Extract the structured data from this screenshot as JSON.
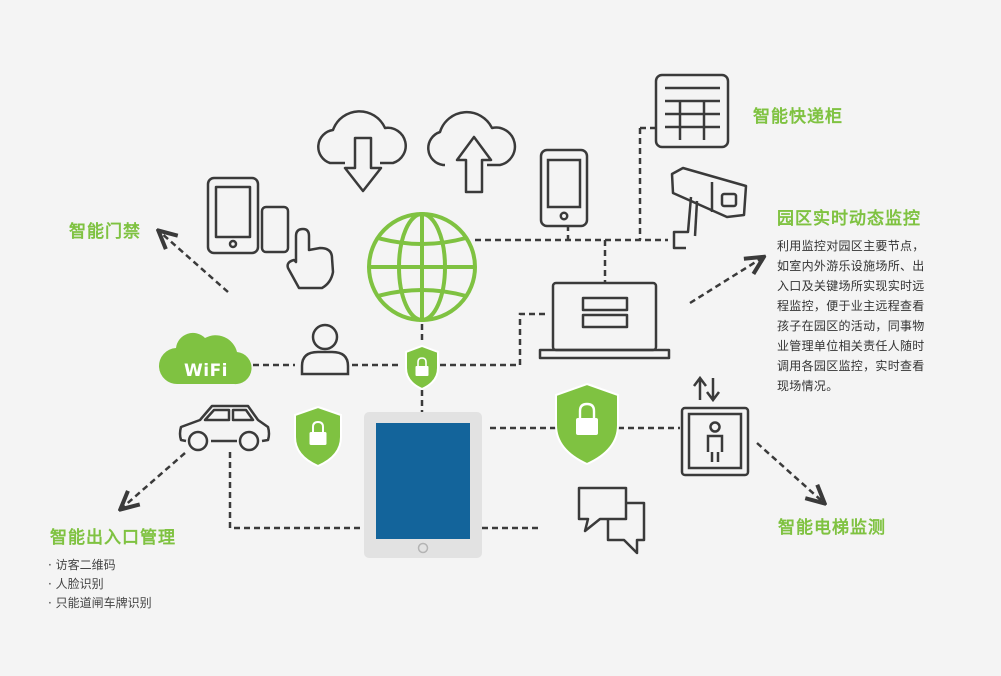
{
  "colors": {
    "accent": "#7fc241",
    "icon": "#3a3a3a",
    "tablet_screen": "#13649b",
    "tablet_frame": "#e2e2e2",
    "background": "#f4f4f4"
  },
  "labels": {
    "access_control": "智能门禁",
    "express_cabinet": "智能快递柜",
    "monitoring_title": "园区实时动态监控",
    "entrance_title": "智能出入口管理",
    "elevator_title": "智能电梯监测"
  },
  "monitoring_desc": [
    "利用监控对园区主要节点，",
    "如室内外游乐设施场所、出",
    "入口及关键场所实现实时远",
    "程监控，便于业主远程查看",
    "孩子在园区的活动，同事物",
    "业管理单位相关责任人随时",
    "调用各园区监控，实时查看",
    "现场情况。"
  ],
  "entrance_items": [
    "· 访客二维码",
    "· 人脸识别",
    "· 只能道闸车牌识别"
  ],
  "wifi_label": "WiFi",
  "icons": [
    "download-cloud-icon",
    "upload-cloud-icon",
    "smartphone-icon",
    "tablet-hand-icon",
    "globe-icon",
    "express-cabinet-icon",
    "security-camera-icon",
    "laptop-icon",
    "wifi-cloud-icon",
    "user-icon",
    "shield-lock-icon",
    "car-icon",
    "tablet-icon",
    "elevator-icon",
    "chat-bubbles-icon"
  ]
}
